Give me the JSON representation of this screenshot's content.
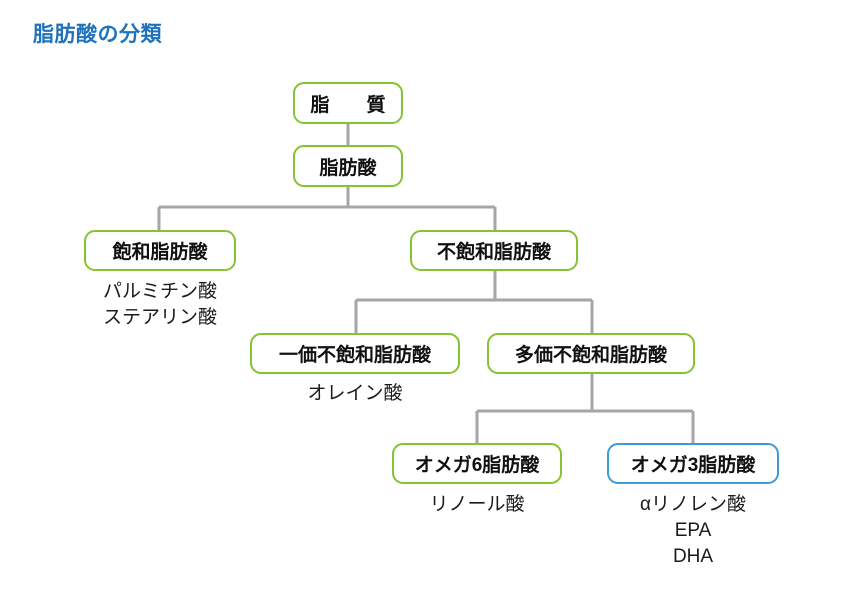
{
  "page": {
    "title": "脂肪酸の分類",
    "title_color": "#1f72bd",
    "background": "#ffffff"
  },
  "theme": {
    "box_border_green": "#86c232",
    "box_border_blue": "#3d9bd8",
    "connector_line": "#a6a6a6",
    "text_color": "#111111"
  },
  "diagram": {
    "type": "tree",
    "root": "脂　質",
    "nodes": {
      "lipid": {
        "label": "脂　質",
        "border": "green",
        "level": 0
      },
      "fatty_acid": {
        "label": "脂肪酸",
        "border": "green",
        "level": 1
      },
      "saturated": {
        "label": "飽和脂肪酸",
        "border": "green",
        "level": 2
      },
      "unsaturated": {
        "label": "不飽和脂肪酸",
        "border": "green",
        "level": 2
      },
      "mono": {
        "label": "一価不飽和脂肪酸",
        "border": "green",
        "level": 3
      },
      "poly": {
        "label": "多価不飽和脂肪酸",
        "border": "green",
        "level": 3
      },
      "omega6": {
        "label": "オメガ6脂肪酸",
        "border": "green",
        "level": 4
      },
      "omega3": {
        "label": "オメガ3脂肪酸",
        "border": "blue",
        "level": 4
      }
    },
    "examples": {
      "saturated": "パルミチン酸\nステアリン酸",
      "mono": "オレイン酸",
      "omega6": "リノール酸",
      "omega3": "αリノレン酸\nEPA\nDHA"
    },
    "edges": [
      {
        "from": "lipid",
        "to": "fatty_acid"
      },
      {
        "from": "fatty_acid",
        "to": "saturated"
      },
      {
        "from": "fatty_acid",
        "to": "unsaturated"
      },
      {
        "from": "unsaturated",
        "to": "mono"
      },
      {
        "from": "unsaturated",
        "to": "poly"
      },
      {
        "from": "poly",
        "to": "omega6"
      },
      {
        "from": "poly",
        "to": "omega3"
      }
    ]
  }
}
